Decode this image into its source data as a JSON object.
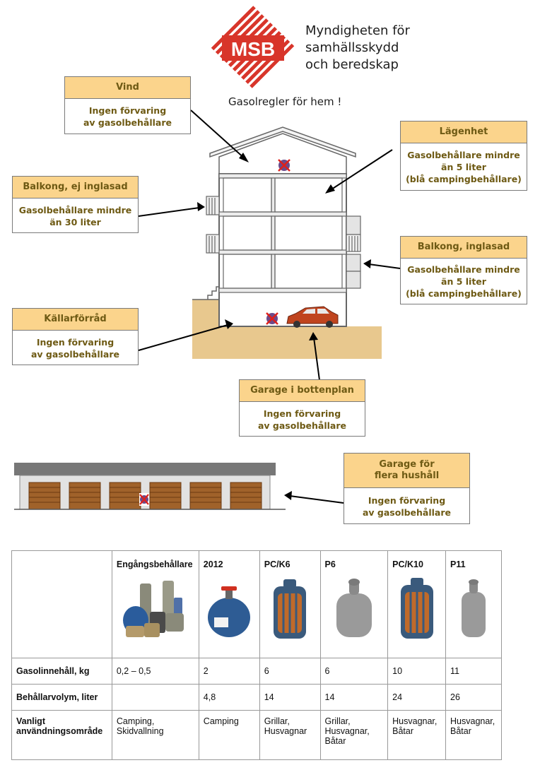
{
  "logo": {
    "acronym": "MSB",
    "line1": "Myndigheten för",
    "line2": "samhällsskydd",
    "line3": "och beredskap",
    "color": "#d8352a"
  },
  "subtitle": "Gasolregler för hem !",
  "callouts": {
    "vind": {
      "title": "Vind",
      "lines": [
        "Ingen förvaring",
        "av gasolbehållare"
      ]
    },
    "lagenhet": {
      "title": "Lägenhet",
      "lines": [
        "Gasolbehållare mindre",
        "än 5 liter",
        "(blå campingbehållare)"
      ]
    },
    "balkong_ej": {
      "title": "Balkong, ej inglasad",
      "lines": [
        "Gasolbehållare mindre",
        "än 30 liter"
      ]
    },
    "balkong_inglasad": {
      "title": "Balkong, inglasad",
      "lines": [
        "Gasolbehållare mindre",
        "än 5 liter",
        "(blå campingbehållare)"
      ]
    },
    "kallarforrad": {
      "title": "Källarförråd",
      "lines": [
        "Ingen förvaring",
        "av gasolbehållare"
      ]
    },
    "garage_botten": {
      "title": "Garage i bottenplan",
      "lines": [
        "Ingen förvaring",
        "av gasolbehållare"
      ]
    },
    "garage_flera": {
      "title_lines": [
        "Garage för",
        "flera hushåll"
      ],
      "lines": [
        "Ingen förvaring",
        "av gasolbehållare"
      ]
    }
  },
  "colors": {
    "callout_header": "#fbd48c",
    "callout_text": "#6e5a14",
    "ground": "#e8c88e",
    "garage_door": "#a0622a",
    "car": "#c0441e"
  },
  "table": {
    "columns": [
      "Engångsbehållare",
      "2012",
      "PC/K6",
      "P6",
      "PC/K10",
      "P11"
    ],
    "rows": [
      {
        "label": "Gasolinnehåll, kg",
        "values": [
          "0,2 – 0,5",
          "2",
          "6",
          "6",
          "10",
          "11"
        ]
      },
      {
        "label": "Behållarvolym, liter",
        "values": [
          "",
          "4,8",
          "14",
          "14",
          "24",
          "26"
        ]
      },
      {
        "label_lines": [
          "Vanligt",
          "användningsområde"
        ],
        "values": [
          [
            "Camping,",
            "Skidvallning"
          ],
          [
            "Camping"
          ],
          [
            "Grillar,",
            "Husvagnar"
          ],
          [
            "Grillar,",
            "Husvagnar,",
            "Båtar"
          ],
          [
            "Husvagnar,",
            "Båtar"
          ],
          [
            "Husvagnar,",
            "Båtar"
          ]
        ]
      }
    ]
  }
}
